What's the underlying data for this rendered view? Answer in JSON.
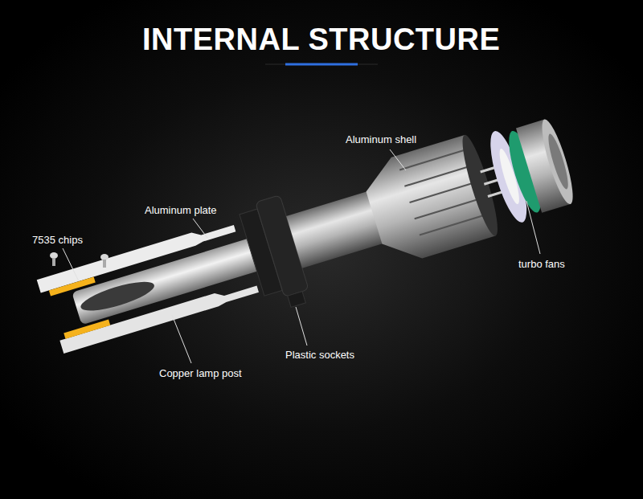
{
  "diagram": {
    "title": "INTERNAL STRUCTURE",
    "labels": [
      "Aluminum shell",
      "Aluminum plate",
      "7535 chips",
      "turbo fans",
      "Plastic sockets",
      "Copper lamp post"
    ]
  }
}
